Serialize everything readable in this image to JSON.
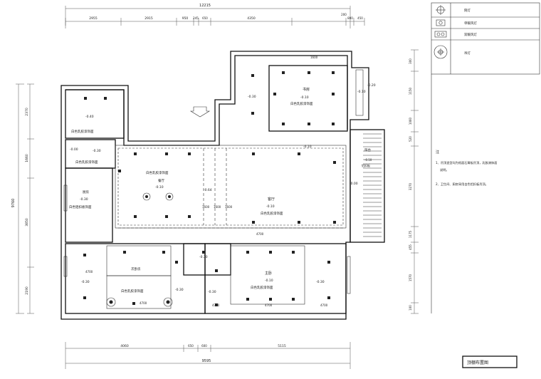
{
  "dimensions": {
    "top_total": "12215",
    "top_segments": [
      "2955",
      "2915",
      "950",
      "245",
      "650",
      "4350",
      "200",
      "800",
      "450"
    ],
    "bottom_total": "9595",
    "bottom_segments": [
      "4060",
      "650",
      "600",
      "5115"
    ],
    "left_total": "9760",
    "left_segments": [
      "2370",
      "1660",
      "3850",
      "2190"
    ],
    "right_segments": [
      "300",
      "1150",
      "1060",
      "520",
      "3270",
      "1175",
      "455",
      "1570",
      "100"
    ],
    "inner": [
      "4700",
      "4700",
      "1600",
      "4700",
      "4700",
      "4700",
      "1600",
      "4700"
    ]
  },
  "legend": {
    "items": [
      {
        "icon": "downlight-icon",
        "label": "筒灯"
      },
      {
        "icon": "single-grille-icon",
        "label": "单暖风灯"
      },
      {
        "icon": "double-grille-icon",
        "label": "双暖风灯"
      },
      {
        "icon": "ceiling-lamp-icon",
        "label": "吊灯"
      }
    ]
  },
  "notes": {
    "title": "注",
    "lines": [
      "1、吊顶造型均为纸面石膏板吊顶，乳胶漆饰面",
      "说明。",
      "2、卫生间、厨房采用白色铝扣板吊顶。"
    ]
  },
  "rooms": {
    "study": {
      "name": "书房",
      "level": "-0.10",
      "finish": "白色乳胶漆饰面"
    },
    "study_left": {
      "level": "-0.30"
    },
    "study_right": {
      "level": "-0.20",
      "level2": "-0.10"
    },
    "room_nw": {
      "level": "-0.40",
      "finish": "白色乳胶漆饰面"
    },
    "corridor": {
      "level1": "-0.00",
      "level2": "-0.30",
      "finish": "白色乳胶漆饰面"
    },
    "dining": {
      "name": "餐厅",
      "level": "-0.10",
      "finish": "白色乳胶漆饰面"
    },
    "living": {
      "name": "客厅",
      "level": "-0.10",
      "level_center": "-0.64",
      "level_right": "-0.00",
      "finish": "白色乳胶漆饰面"
    },
    "kitchen": {
      "name": "厨房",
      "level": "-0.30",
      "finish": "白色铝扣板饰面"
    },
    "balcony": {
      "name": "阳台",
      "level": "-0.10",
      "finish": "铝扣板"
    },
    "top_right_level": "-0.10",
    "bedroom2": {
      "name": "次卧房",
      "level": "-0.30",
      "level2": "-0.30",
      "finish": "白色乳胶漆饰面"
    },
    "bath": {
      "level": "-0.30"
    },
    "bath2": {
      "level": "-0.30"
    },
    "master": {
      "name": "主卧",
      "level": "-0.10",
      "level2": "-0.30",
      "finish": "白色乳胶漆饰面"
    }
  },
  "title_block": {
    "label": "顶棚布置图"
  }
}
